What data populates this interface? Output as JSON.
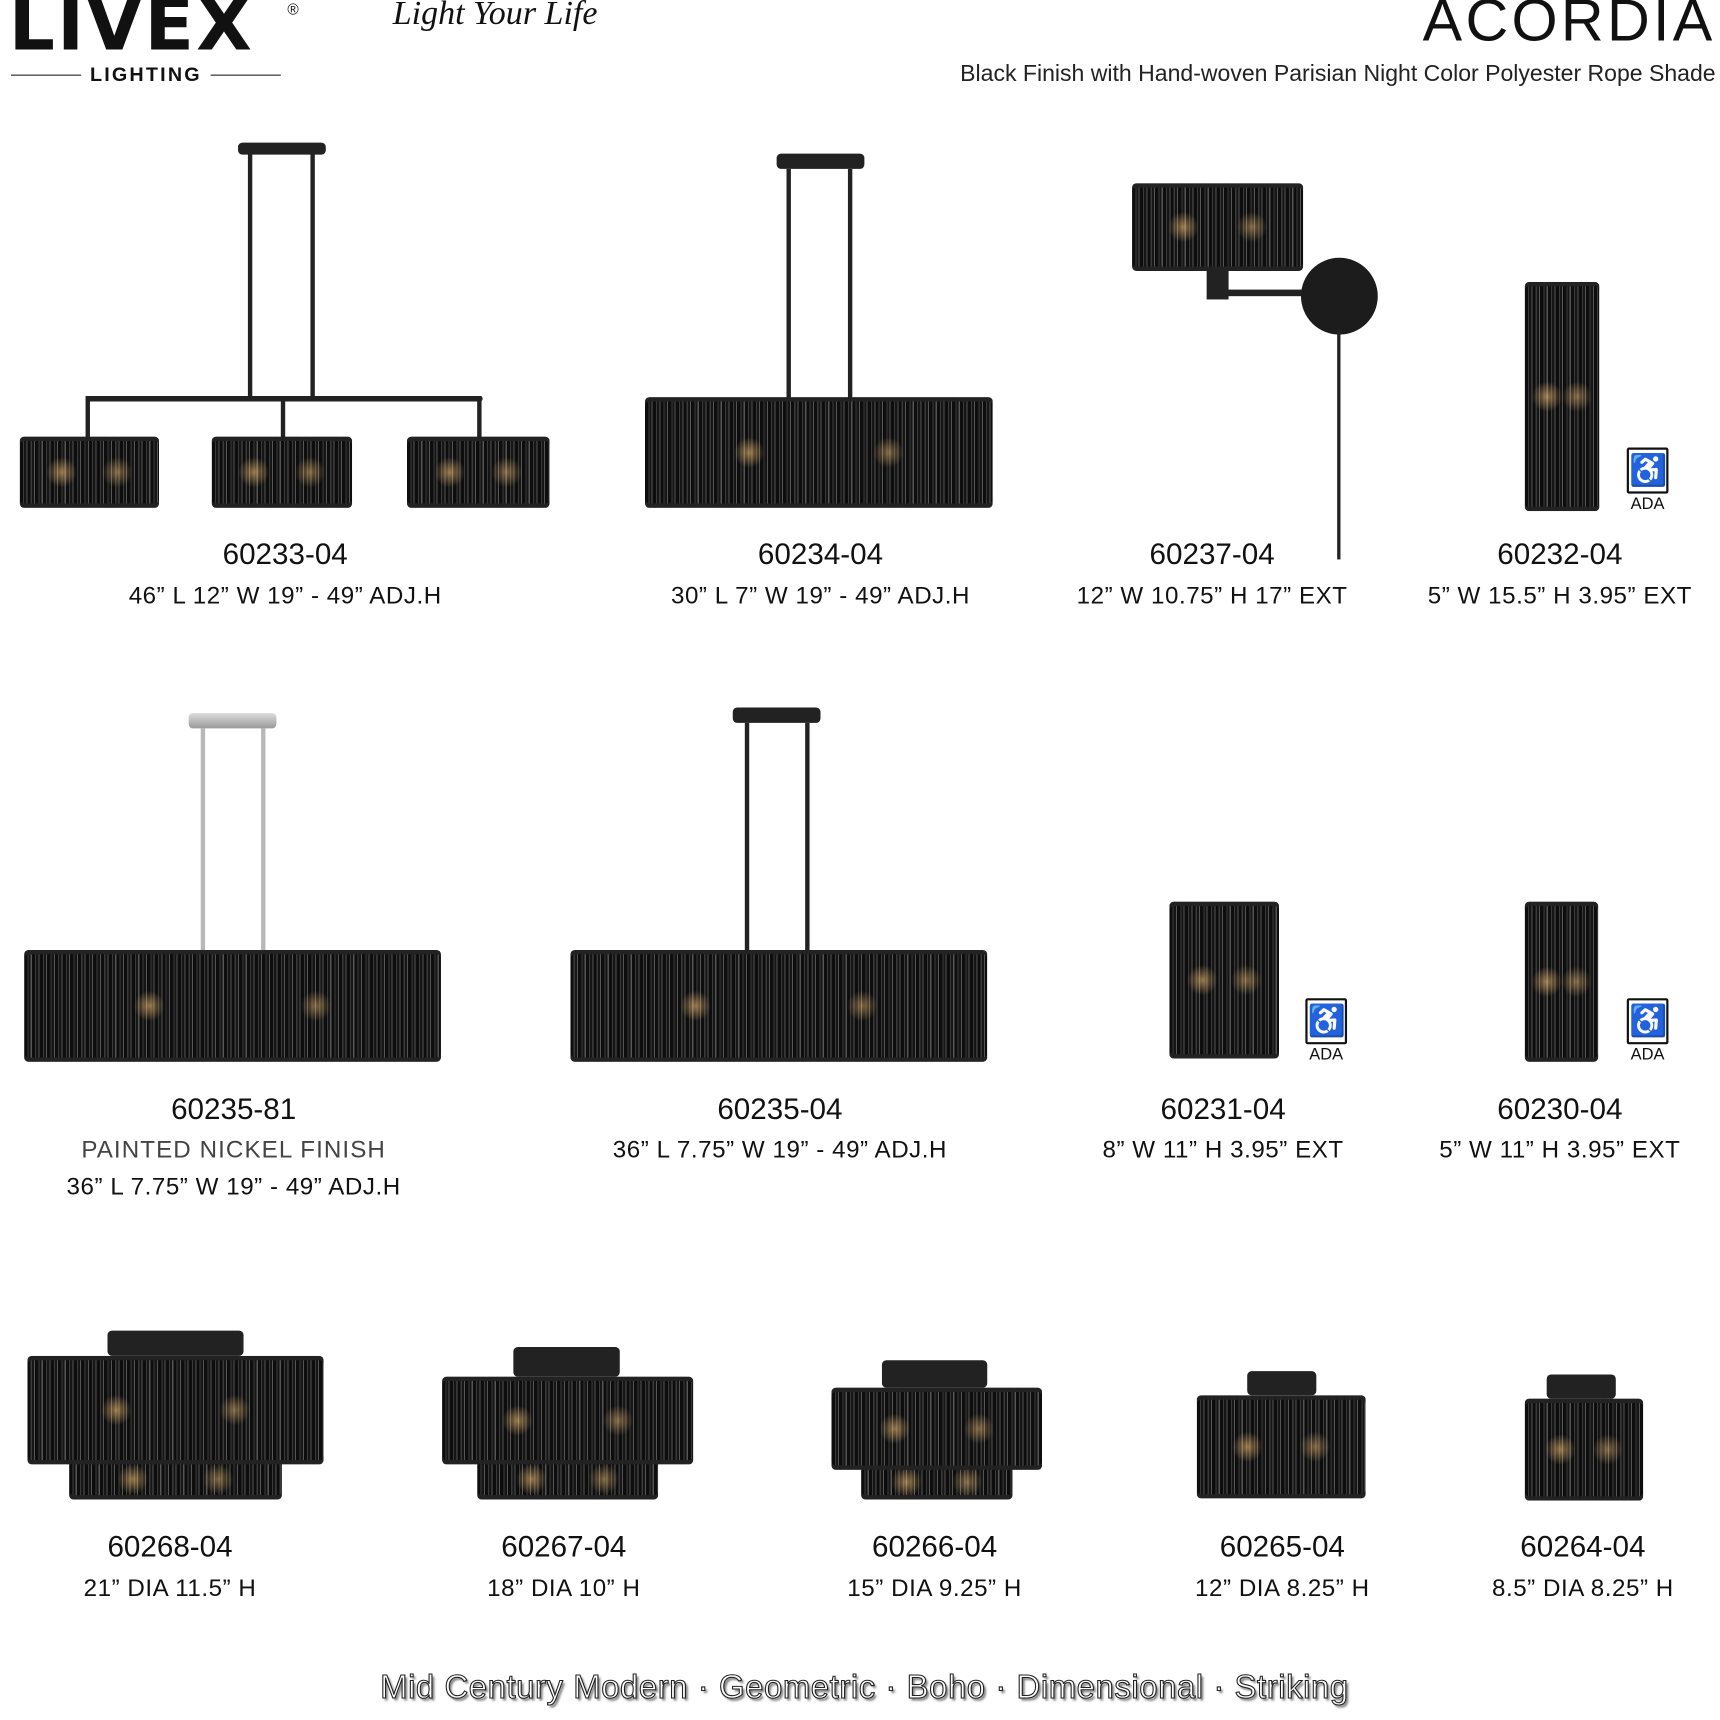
{
  "header": {
    "logo": "LIVEX",
    "logo_sub": "LIGHTING",
    "registered": "®",
    "tagline": "Light Your Life",
    "collection": "ACORDIA",
    "description": "Black Finish with Hand-woven Parisian Night Color Polyester Rope Shade"
  },
  "products": [
    {
      "model": "60233-04",
      "dims": "46” L  12” W  19” - 49” ADJ.H"
    },
    {
      "model": "60234-04",
      "dims": "30” L  7” W  19” - 49” ADJ.H"
    },
    {
      "model": "60237-04",
      "dims": "12” W  10.75” H  17” EXT"
    },
    {
      "model": "60232-04",
      "dims": "5” W  15.5” H  3.95” EXT",
      "badge": "ADA"
    },
    {
      "model": "60235-81",
      "finish": "PAINTED NICKEL FINISH",
      "dims": "36” L  7.75” W  19” - 49” ADJ.H"
    },
    {
      "model": "60235-04",
      "dims": "36” L  7.75” W  19” - 49” ADJ.H"
    },
    {
      "model": "60231-04",
      "dims": "8” W  11” H  3.95” EXT",
      "badge": "ADA"
    },
    {
      "model": "60230-04",
      "dims": "5” W  11” H  3.95” EXT",
      "badge": "ADA"
    },
    {
      "model": "60268-04",
      "dims": "21” DIA  11.5” H"
    },
    {
      "model": "60267-04",
      "dims": "18” DIA  10” H"
    },
    {
      "model": "60266-04",
      "dims": "15” DIA  9.25” H"
    },
    {
      "model": "60265-04",
      "dims": "12” DIA  8.25” H"
    },
    {
      "model": "60264-04",
      "dims": "8.5” DIA  8.25” H"
    }
  ],
  "footer": "Mid Century Modern  ·  Geometric  ·  Boho  ·  Dimensional  ·  Striking"
}
